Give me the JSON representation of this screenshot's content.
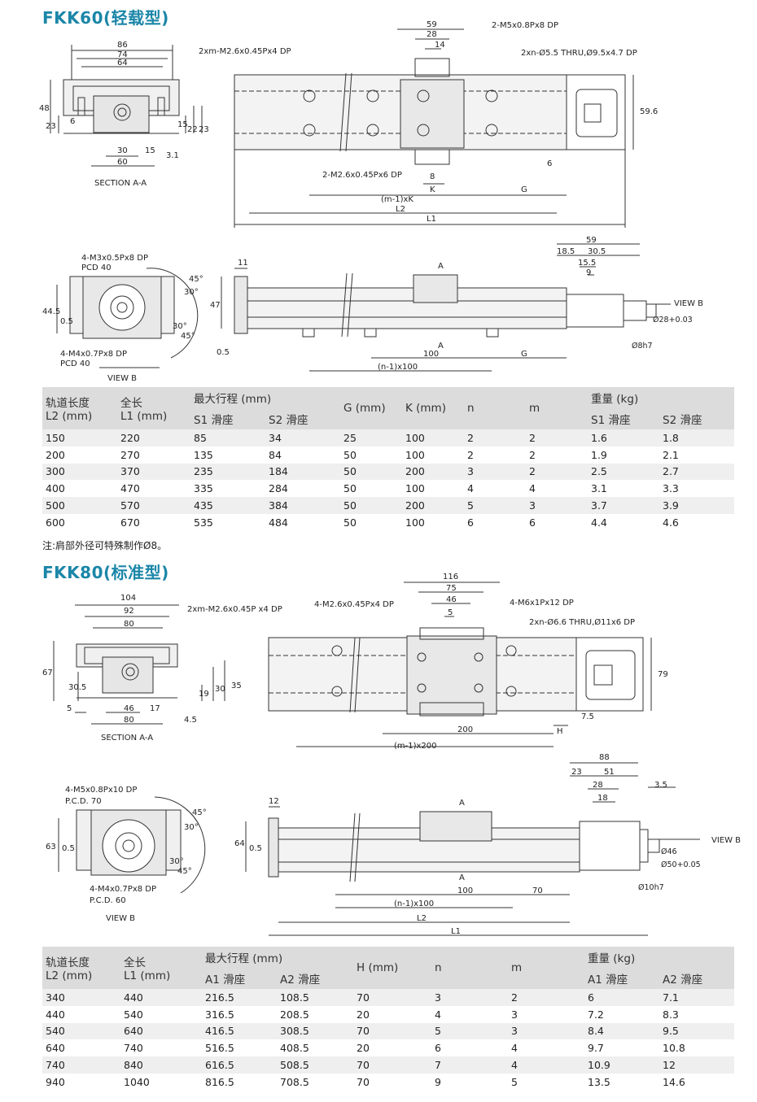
{
  "fkk60": {
    "title": "FKK60(轻载型)",
    "labels": {
      "w86": "86",
      "w74": "74",
      "w64": "64",
      "h48": "48",
      "h23": "23",
      "w6": "6",
      "h15": "15",
      "h22": "22",
      "h23b": "23",
      "w30": "30",
      "w15": "15",
      "h31": "3.1",
      "w60": "60",
      "section": "SECTION A-A",
      "top59": "59",
      "top28": "28",
      "top14": "14",
      "m5": "2-M5x0.8Px8 DP",
      "m26a": "2xm-M2.6x0.45Px4 DP",
      "thru": "2xn-Ø5.5 THRU,Ø9.5x4.7 DP",
      "h596": "59.6",
      "m26b": "2-M2.6x0.45Px6 DP",
      "d8": "8",
      "d6": "6",
      "K": "K",
      "G": "G",
      "mk": "(m-1)xK",
      "L2": "L2",
      "L1": "L1",
      "m3": "4-M3x0.5Px8 DP",
      "pcd40a": "PCD 40",
      "a45a": "45°",
      "a30a": "30°",
      "h445": "44.5",
      "h05": "0.5",
      "a30b": "30°",
      "a45b": "45°",
      "m4": "4-M4x0.7Px8 DP",
      "pcd40b": "PCD 40",
      "viewB": "VIEW B",
      "d11": "11",
      "A1": "A",
      "A2": "A",
      "h47": "47",
      "h05b": "0.5",
      "d100": "100",
      "G2": "G",
      "n100": "(n-1)x100",
      "s59": "59",
      "s185": "18.5",
      "s305": "30.5",
      "s155": "15.5",
      "s9": "9",
      "viewB2": "VIEW B",
      "d28": "Ø28+0.03",
      "d8h7": "Ø8h7"
    },
    "table": {
      "headers": {
        "l2": "轨道长度\nL2 (mm)",
        "l1": "全长\nL1 (mm)",
        "stroke": "最大行程 (mm)",
        "s1": "S1 滑座",
        "s2": "S2 滑座",
        "g": "G (mm)",
        "k": "K (mm)",
        "n": "n",
        "m": "m",
        "weight": "重量 (kg)",
        "w1": "S1 滑座",
        "w2": "S2 滑座"
      },
      "rows": [
        [
          "150",
          "220",
          "85",
          "34",
          "25",
          "100",
          "2",
          "2",
          "1.6",
          "1.8"
        ],
        [
          "200",
          "270",
          "135",
          "84",
          "50",
          "100",
          "2",
          "2",
          "1.9",
          "2.1"
        ],
        [
          "300",
          "370",
          "235",
          "184",
          "50",
          "200",
          "3",
          "2",
          "2.5",
          "2.7"
        ],
        [
          "400",
          "470",
          "335",
          "284",
          "50",
          "100",
          "4",
          "4",
          "3.1",
          "3.3"
        ],
        [
          "500",
          "570",
          "435",
          "384",
          "50",
          "200",
          "5",
          "3",
          "3.7",
          "3.9"
        ],
        [
          "600",
          "670",
          "535",
          "484",
          "50",
          "100",
          "6",
          "6",
          "4.4",
          "4.6"
        ]
      ]
    },
    "note": "注:肩部外径可特殊制作Ø8。"
  },
  "fkk80": {
    "title": "FKK80(标准型)",
    "labels": {
      "w104": "104",
      "w92": "92",
      "w80": "80",
      "h67": "67",
      "h305": "30.5",
      "h19": "19",
      "h30": "30",
      "h35": "35",
      "w5": "5",
      "w46": "46",
      "w17": "17",
      "w80b": "80",
      "h45": "4.5",
      "section": "SECTION A-A",
      "t116": "116",
      "t75": "75",
      "t46": "46",
      "t5": "5",
      "m26a": "2xm-M2.6x0.45P x4 DP",
      "m26b": "4-M2.6x0.45Px4 DP",
      "m6": "4-M6x1Px12 DP",
      "thru": "2xn-Ø6.6 THRU,Ø11x6 DP",
      "h79": "79",
      "d75": "7.5",
      "d200": "200",
      "H": "H",
      "m200": "(m-1)x200",
      "m5": "4-M5x0.8Px10 DP",
      "pcd70": "P.C.D. 70",
      "a45a": "45°",
      "a30a": "30°",
      "h63": "63",
      "h05": "0.5",
      "a30b": "30°",
      "a45b": "45°",
      "m4": "4-M4x0.7Px8 DP",
      "pcd60": "P.C.D. 60",
      "viewB": "VIEW B",
      "d12": "12",
      "A1": "A",
      "A2": "A",
      "h64": "64",
      "h05b": "0.5",
      "d100": "100",
      "d70": "70",
      "n100": "(n-1)x100",
      "L2": "L2",
      "L1": "L1",
      "s88": "88",
      "s23": "23",
      "s51": "51",
      "s28": "28",
      "s18": "18",
      "s35": "3.5",
      "viewB2": "VIEW B",
      "d46": "Ø46",
      "d50": "Ø50+0.05",
      "d10h7": "Ø10h7"
    },
    "table": {
      "headers": {
        "l2": "轨道长度\nL2 (mm)",
        "l1": "全长\nL1 (mm)",
        "stroke": "最大行程 (mm)",
        "a1": "A1 滑座",
        "a2": "A2 滑座",
        "h": "H (mm)",
        "n": "n",
        "m": "m",
        "weight": "重量 (kg)",
        "w1": "A1 滑座",
        "w2": "A2 滑座"
      },
      "rows": [
        [
          "340",
          "440",
          "216.5",
          "108.5",
          "70",
          "3",
          "2",
          "6",
          "7.1"
        ],
        [
          "440",
          "540",
          "316.5",
          "208.5",
          "20",
          "4",
          "3",
          "7.2",
          "8.3"
        ],
        [
          "540",
          "640",
          "416.5",
          "308.5",
          "70",
          "5",
          "3",
          "8.4",
          "9.5"
        ],
        [
          "640",
          "740",
          "516.5",
          "408.5",
          "20",
          "6",
          "4",
          "9.7",
          "10.8"
        ],
        [
          "740",
          "840",
          "616.5",
          "508.5",
          "70",
          "7",
          "4",
          "10.9",
          "12"
        ],
        [
          "940",
          "1040",
          "816.5",
          "708.5",
          "70",
          "9",
          "5",
          "13.5",
          "14.6"
        ]
      ]
    }
  },
  "colors": {
    "title": "#1b86a8",
    "header_bg": "#dcdcdc",
    "row_alt": "#efefef"
  }
}
